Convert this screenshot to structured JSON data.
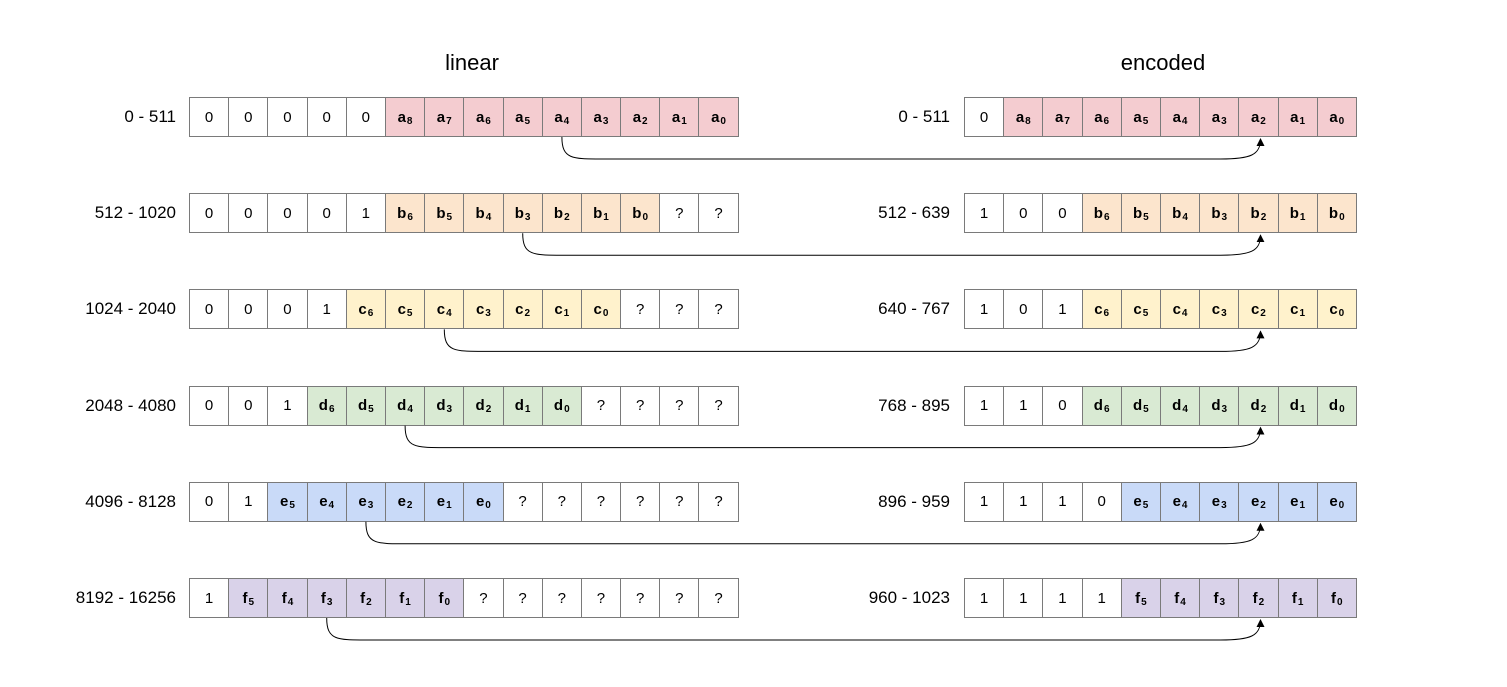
{
  "headings": {
    "linear": "linear",
    "encoded": "encoded"
  },
  "colors": {
    "a": "#f4ccd0",
    "b": "#fce5cd",
    "c": "#fff2cc",
    "d": "#d9ead3",
    "e": "#c9daf8",
    "f": "#d9d2e9"
  },
  "rows": [
    {
      "linear_range": "0 - 511",
      "linear_cells": [
        "0",
        "0",
        "0",
        "0",
        "0",
        "a8",
        "a7",
        "a6",
        "a5",
        "a4",
        "a3",
        "a2",
        "a1",
        "a0"
      ],
      "encoded_range": "0 - 511",
      "encoded_cells": [
        "0",
        "a8",
        "a7",
        "a6",
        "a5",
        "a4",
        "a3",
        "a2",
        "a1",
        "a0"
      ],
      "arrow_from_bit": "a4",
      "arrow_to_bit": "a2"
    },
    {
      "linear_range": "512 - 1020",
      "linear_cells": [
        "0",
        "0",
        "0",
        "0",
        "1",
        "b6",
        "b5",
        "b4",
        "b3",
        "b2",
        "b1",
        "b0",
        "?",
        "?"
      ],
      "encoded_range": "512 - 639",
      "encoded_cells": [
        "1",
        "0",
        "0",
        "b6",
        "b5",
        "b4",
        "b3",
        "b2",
        "b1",
        "b0"
      ],
      "arrow_from_bit": "b3",
      "arrow_to_bit": "b2"
    },
    {
      "linear_range": "1024 - 2040",
      "linear_cells": [
        "0",
        "0",
        "0",
        "1",
        "c6",
        "c5",
        "c4",
        "c3",
        "c2",
        "c1",
        "c0",
        "?",
        "?",
        "?"
      ],
      "encoded_range": "640 - 767",
      "encoded_cells": [
        "1",
        "0",
        "1",
        "c6",
        "c5",
        "c4",
        "c3",
        "c2",
        "c1",
        "c0"
      ],
      "arrow_from_bit": "c4",
      "arrow_to_bit": "c2"
    },
    {
      "linear_range": "2048 - 4080",
      "linear_cells": [
        "0",
        "0",
        "1",
        "d6",
        "d5",
        "d4",
        "d3",
        "d2",
        "d1",
        "d0",
        "?",
        "?",
        "?",
        "?"
      ],
      "encoded_range": "768 - 895",
      "encoded_cells": [
        "1",
        "1",
        "0",
        "d6",
        "d5",
        "d4",
        "d3",
        "d2",
        "d1",
        "d0"
      ],
      "arrow_from_bit": "d4",
      "arrow_to_bit": "d2"
    },
    {
      "linear_range": "4096 - 8128",
      "linear_cells": [
        "0",
        "1",
        "e5",
        "e4",
        "e3",
        "e2",
        "e1",
        "e0",
        "?",
        "?",
        "?",
        "?",
        "?",
        "?"
      ],
      "encoded_range": "896 - 959",
      "encoded_cells": [
        "1",
        "1",
        "1",
        "0",
        "e5",
        "e4",
        "e3",
        "e2",
        "e1",
        "e0"
      ],
      "arrow_from_bit": "e3",
      "arrow_to_bit": "e2"
    },
    {
      "linear_range": "8192 - 16256",
      "linear_cells": [
        "1",
        "f5",
        "f4",
        "f3",
        "f2",
        "f1",
        "f0",
        "?",
        "?",
        "?",
        "?",
        "?",
        "?",
        "?"
      ],
      "encoded_range": "960 - 1023",
      "encoded_cells": [
        "1",
        "1",
        "1",
        "1",
        "f5",
        "f4",
        "f3",
        "f2",
        "f1",
        "f0"
      ],
      "arrow_from_bit": "f3",
      "arrow_to_bit": "f2"
    }
  ]
}
